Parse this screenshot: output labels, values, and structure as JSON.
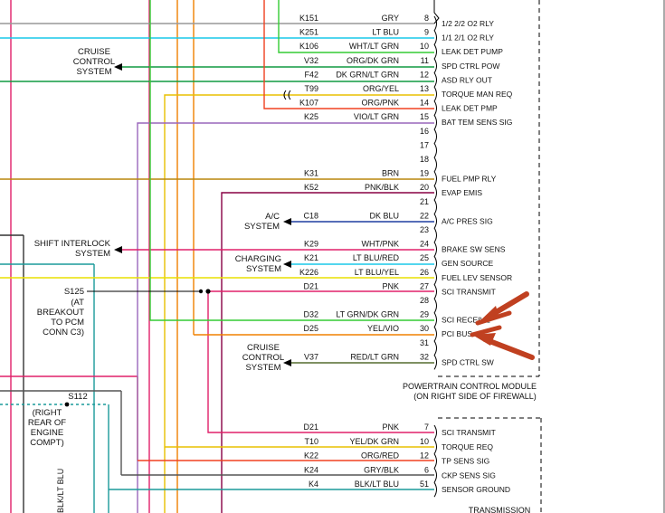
{
  "pcm_rows": [
    {
      "pin": "8",
      "circuit": "K151",
      "color_label": "GRY",
      "signal": "1/2 2/2 O2 RLY"
    },
    {
      "pin": "9",
      "circuit": "K251",
      "color_label": "LT BLU",
      "signal": "1/1 2/1 O2 RLY"
    },
    {
      "pin": "10",
      "circuit": "K106",
      "color_label": "WHT/LT GRN",
      "signal": "LEAK DET PUMP"
    },
    {
      "pin": "11",
      "circuit": "V32",
      "color_label": "ORG/DK GRN",
      "signal": "SPD CTRL POW"
    },
    {
      "pin": "12",
      "circuit": "F42",
      "color_label": "DK GRN/LT GRN",
      "signal": "ASD RLY OUT"
    },
    {
      "pin": "13",
      "circuit": "T99",
      "color_label": "ORG/YEL",
      "signal": "TORQUE MAN REQ"
    },
    {
      "pin": "14",
      "circuit": "K107",
      "color_label": "ORG/PNK",
      "signal": "LEAK DET PMP"
    },
    {
      "pin": "15",
      "circuit": "K25",
      "color_label": "VIO/LT GRN",
      "signal": "BAT TEM SENS SIG"
    },
    {
      "pin": "16",
      "circuit": "",
      "color_label": "",
      "signal": ""
    },
    {
      "pin": "17",
      "circuit": "",
      "color_label": "",
      "signal": ""
    },
    {
      "pin": "18",
      "circuit": "",
      "color_label": "",
      "signal": ""
    },
    {
      "pin": "19",
      "circuit": "K31",
      "color_label": "BRN",
      "signal": "FUEL PMP RLY"
    },
    {
      "pin": "20",
      "circuit": "K52",
      "color_label": "PNK/BLK",
      "signal": "EVAP EMIS"
    },
    {
      "pin": "21",
      "circuit": "",
      "color_label": "",
      "signal": ""
    },
    {
      "pin": "22",
      "circuit": "C18",
      "color_label": "DK BLU",
      "signal": "A/C PRES SIG"
    },
    {
      "pin": "23",
      "circuit": "",
      "color_label": "",
      "signal": ""
    },
    {
      "pin": "24",
      "circuit": "K29",
      "color_label": "WHT/PNK",
      "signal": "BRAKE SW SENS"
    },
    {
      "pin": "25",
      "circuit": "K21",
      "color_label": "LT BLU/RED",
      "signal": "GEN SOURCE"
    },
    {
      "pin": "26",
      "circuit": "K226",
      "color_label": "LT BLU/YEL",
      "signal": "FUEL LEV SENSOR"
    },
    {
      "pin": "27",
      "circuit": "D21",
      "color_label": "PNK",
      "signal": "SCI TRANSMIT"
    },
    {
      "pin": "28",
      "circuit": "",
      "color_label": "",
      "signal": ""
    },
    {
      "pin": "29",
      "circuit": "D32",
      "color_label": "LT GRN/DK GRN",
      "signal": "SCI RECEIVE"
    },
    {
      "pin": "30",
      "circuit": "D25",
      "color_label": "YEL/VIO",
      "signal": "PCI BUS"
    },
    {
      "pin": "31",
      "circuit": "",
      "color_label": "",
      "signal": ""
    },
    {
      "pin": "32",
      "circuit": "V37",
      "color_label": "RED/LT GRN",
      "signal": "SPD CTRL SW"
    }
  ],
  "tcm_rows": [
    {
      "pin": "7",
      "circuit": "D21",
      "color_label": "PNK",
      "signal": "SCI TRANSMIT"
    },
    {
      "pin": "10",
      "circuit": "T10",
      "color_label": "YEL/DK GRN",
      "signal": "TORQUE REQ"
    },
    {
      "pin": "12",
      "circuit": "K22",
      "color_label": "ORG/RED",
      "signal": "TP SENS SIG"
    },
    {
      "pin": "6",
      "circuit": "K24",
      "color_label": "GRY/BLK",
      "signal": "CKP SENS SIG"
    },
    {
      "pin": "51",
      "circuit": "K4",
      "color_label": "BLK/LT BLU",
      "signal": "SENSOR GROUND"
    }
  ],
  "callouts": {
    "cruise1": [
      "CRUISE",
      "CONTROL",
      "SYSTEM"
    ],
    "shift_interlock": [
      "SHIFT INTERLOCK",
      "SYSTEM"
    ],
    "ac": [
      "A/C",
      "SYSTEM"
    ],
    "charging": [
      "CHARGING",
      "SYSTEM"
    ],
    "cruise2": [
      "CRUISE",
      "CONTROL",
      "SYSTEM"
    ],
    "s125": [
      "S125",
      "(AT",
      "BREAKOUT",
      "TO PCM",
      "CONN C3)"
    ],
    "s112": [
      "S112",
      "(RIGHT",
      "REAR OF",
      "ENGINE",
      "COMPT)"
    ]
  },
  "module_labels": {
    "pcm": [
      "POWERTRAIN CONTROL MODULE",
      "(ON RIGHT SIDE OF FIREWALL)"
    ],
    "tcm": "TRANSMISSION"
  },
  "vertical_label": "BLK/LT BLU",
  "wire_colors": {
    "pink": "#e0206a",
    "gray": "#999999",
    "ltblue": "#18c8e8",
    "ltgreen": "#33cc33",
    "orange": "#f08000",
    "darkgreen": "#109a40",
    "yellow": "#e8c000",
    "redorange": "#f04020",
    "violet": "#9966bb",
    "brown": "#b8860b",
    "maroon": "#880044",
    "darkblue": "#1f3fa0",
    "teal": "#1a9a9a",
    "darkgray": "#555555",
    "black": "#000000",
    "arrow": "#c04020"
  }
}
